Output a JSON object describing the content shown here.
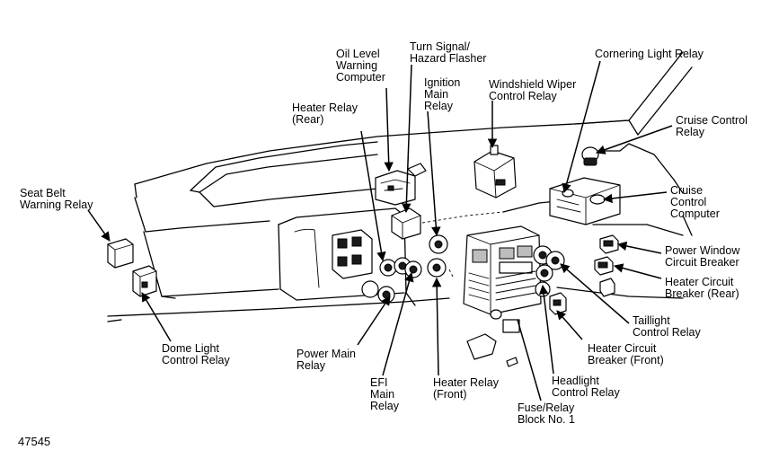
{
  "labels": {
    "oil_level_warning_computer": [
      "Oil Level",
      "Warning",
      "Computer"
    ],
    "turn_signal_hazard_flasher": [
      "Turn Signal/",
      "Hazard Flasher"
    ],
    "cornering_light_relay": [
      "Cornering Light Relay"
    ],
    "ignition_main_relay": [
      "Ignition",
      "Main",
      "Relay"
    ],
    "windshield_wiper_control_relay": [
      "Windshield Wiper",
      "Control Relay"
    ],
    "heater_relay_rear": [
      "Heater Relay",
      "(Rear)"
    ],
    "cruise_control_relay": [
      "Cruise Control",
      "Relay"
    ],
    "seat_belt_warning_relay": [
      "Seat Belt",
      "Warning Relay"
    ],
    "cruise_control_computer": [
      "Cruise",
      "Control",
      "Computer"
    ],
    "power_window_circuit_breaker": [
      "Power Window",
      "Circuit Breaker"
    ],
    "heater_circuit_breaker_rear": [
      "Heater Circuit",
      "Breaker (Rear)"
    ],
    "taillight_control_relay": [
      "Taillight",
      "Control Relay"
    ],
    "dome_light_control_relay": [
      "Dome Light",
      "Control Relay"
    ],
    "power_main_relay": [
      "Power Main",
      "Relay"
    ],
    "heater_circuit_breaker_front": [
      "Heater Circuit",
      "Breaker (Front)"
    ],
    "efi_main_relay": [
      "EFI",
      "Main",
      "Relay"
    ],
    "heater_relay_front": [
      "Heater Relay",
      "(Front)"
    ],
    "headlight_control_relay": [
      "Headlight",
      "Control Relay"
    ],
    "fuse_relay_block_no1": [
      "Fuse/Relay",
      "Block No. 1"
    ]
  },
  "figure_id": "47545"
}
